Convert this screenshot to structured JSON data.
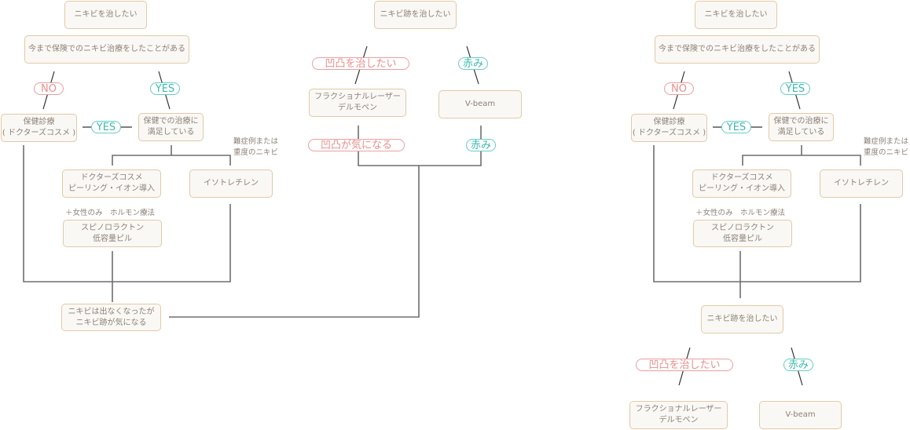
{
  "left": {
    "start": "ニキビを治したい",
    "question": "今まで保険でのニキビ治療をしたことがある",
    "no_label": "NO",
    "yes_label": "YES",
    "insurance_box": "保健診療\n( ドクターズコスメ )",
    "yes_label_2": "YES",
    "satisfied_box": "保健での治療に\n満足している",
    "severe_note": "難症例または\n重度のニキビ",
    "cosme_box": "ドクターズコスメ\nピーリング・イオン導入",
    "isotretinoin_box": "イソトレチレン",
    "female_note": "＋女性のみ　ホルモン療法",
    "spiro_box": "スピノロラクトン\n低容量ピル",
    "result_box": "ニキビは出なくなったが\nニキビ跡が気になる"
  },
  "middle": {
    "scar_box": "ニキビ跡を治したい",
    "bumps_label": "凹凸を治したい",
    "red_label": "赤み",
    "fractional_box": "フラクショナルレーザー\nデルモペン",
    "vbeam_box": "V-beam",
    "bumps_concern_label": "凹凸が気になる",
    "red_label_2": "赤み"
  },
  "right": {
    "start": "ニキビを治したい",
    "question": "今まで保険でのニキビ治療をしたことがある",
    "no_label": "NO",
    "yes_label": "YES",
    "insurance_box": "保健診療\n( ドクターズコスメ )",
    "yes_label_2": "YES",
    "satisfied_box": "保健での治療に\n満足している",
    "severe_note": "難症例または\n重度のニキビ",
    "cosme_box": "ドクターズコスメ\nピーリング・イオン導入",
    "isotretinoin_box": "イソトレチレン",
    "female_note": "＋女性のみ　ホルモン療法",
    "spiro_box": "スピノロラクトン\n低容量ピル",
    "scar_box": "ニキビ跡を治したい",
    "bumps_label": "凹凸を治したい",
    "red_label": "赤み",
    "fractional_box": "フラクショナルレーザー\nデルモペン",
    "vbeam_box": "V-beam"
  }
}
